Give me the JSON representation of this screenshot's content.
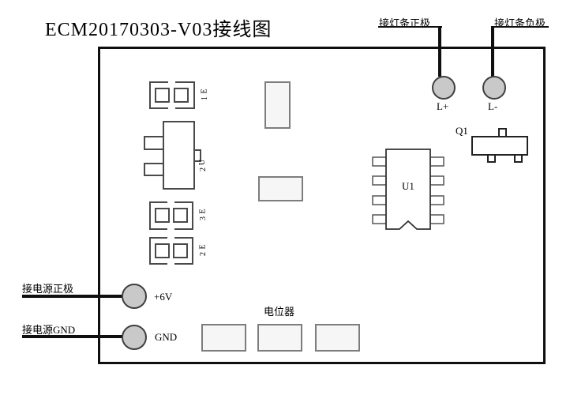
{
  "title": "ECM20170303-V03接线图",
  "wire_labels": {
    "light_positive": "接灯条正极",
    "light_negative": "接灯条负极",
    "power_positive": "接电源正极",
    "power_gnd": "接电源GND",
    "potentiometer": "电位器"
  },
  "pads": {
    "l_plus": "L+",
    "l_minus": "L-",
    "v6": "+6V",
    "gnd": "GND"
  },
  "refs": {
    "e1": "E1",
    "e2": "E2",
    "e3": "E3",
    "u1": "U1",
    "u2": "U2",
    "q1": "Q1"
  },
  "colors": {
    "board_outline": "#0f0f0f",
    "pad_fill": "#c9c9c9",
    "pad_stroke": "#3f3f3f",
    "component_stroke": "#4a4a4a",
    "filled_block": "#f6f6f6"
  }
}
